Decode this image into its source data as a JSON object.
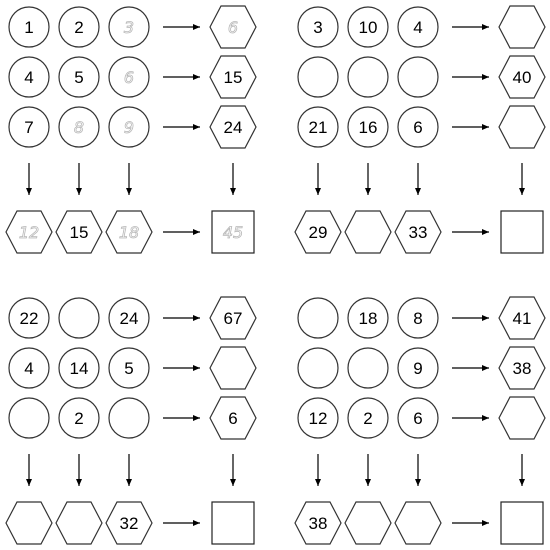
{
  "puzzles": [
    {
      "rows": [
        [
          "1",
          "2",
          "3"
        ],
        [
          "4",
          "5",
          "6"
        ],
        [
          "7",
          "8",
          "9"
        ]
      ],
      "row_results": [
        "6",
        "15",
        "24"
      ],
      "column_results": [
        "12",
        "15",
        "18"
      ],
      "total": "45",
      "faint_cells": [
        "0-2",
        "1-2",
        "2-1",
        "2-2"
      ],
      "faint_rows": [
        0
      ],
      "faint_cols": [
        0,
        2
      ],
      "faint_total": true
    },
    {
      "rows": [
        [
          "3",
          "10",
          "4"
        ],
        [
          "",
          "",
          ""
        ],
        [
          "21",
          "16",
          "6"
        ]
      ],
      "row_results": [
        "",
        "40",
        ""
      ],
      "column_results": [
        "29",
        "",
        "33"
      ],
      "total": ""
    },
    {
      "rows": [
        [
          "22",
          "",
          "24"
        ],
        [
          "4",
          "14",
          "5"
        ],
        [
          "",
          "2",
          ""
        ]
      ],
      "row_results": [
        "67",
        "",
        "6"
      ],
      "column_results": [
        "",
        "",
        "32"
      ],
      "total": ""
    },
    {
      "rows": [
        [
          "",
          "18",
          "8"
        ],
        [
          "",
          "",
          "9"
        ],
        [
          "12",
          "2",
          "6"
        ]
      ],
      "row_results": [
        "41",
        "38",
        ""
      ],
      "column_results": [
        "38",
        "",
        ""
      ],
      "total": ""
    }
  ],
  "colors": {
    "outline": "#333333",
    "faint_digit": "#b8b8b8",
    "background": "#ffffff"
  }
}
